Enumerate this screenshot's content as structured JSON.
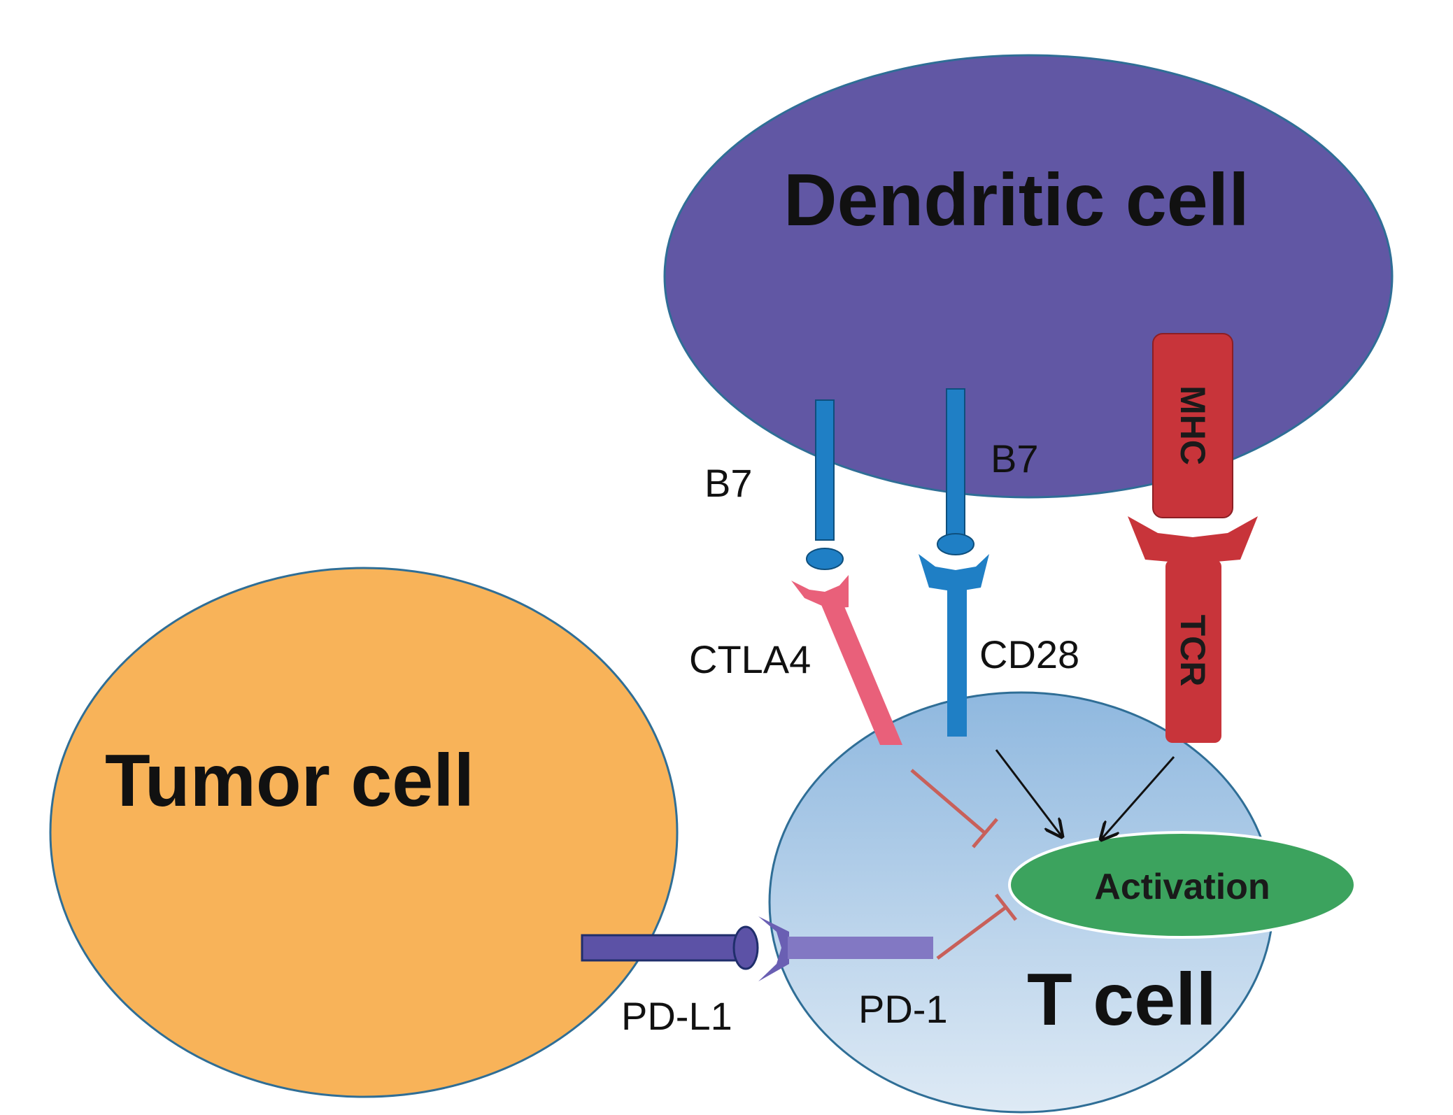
{
  "cells": {
    "dendritic": {
      "label": "Dendritic cell",
      "color": "#6157a4"
    },
    "tumor": {
      "label": "Tumor cell",
      "color": "#f8b359"
    },
    "tcell": {
      "label": "T cell",
      "color_top": "#8fb8df",
      "color_bottom": "#deeaf5"
    }
  },
  "activation": {
    "label": "Activation",
    "color": "#3ca35e"
  },
  "receptors": {
    "b7_left": "B7",
    "b7_right": "B7",
    "mhc": "MHC",
    "ctla4": "CTLA4",
    "cd28": "CD28",
    "tcr": "TCR",
    "pdl1": "PD-L1",
    "pd1": "PD-1"
  },
  "colors": {
    "b7": "#1f7fc5",
    "ctla4": "#e9607a",
    "mhc_tcr": "#c8343a",
    "pd": "#5c52a6",
    "inhibit": "#c8605a",
    "activate": "#111111"
  }
}
